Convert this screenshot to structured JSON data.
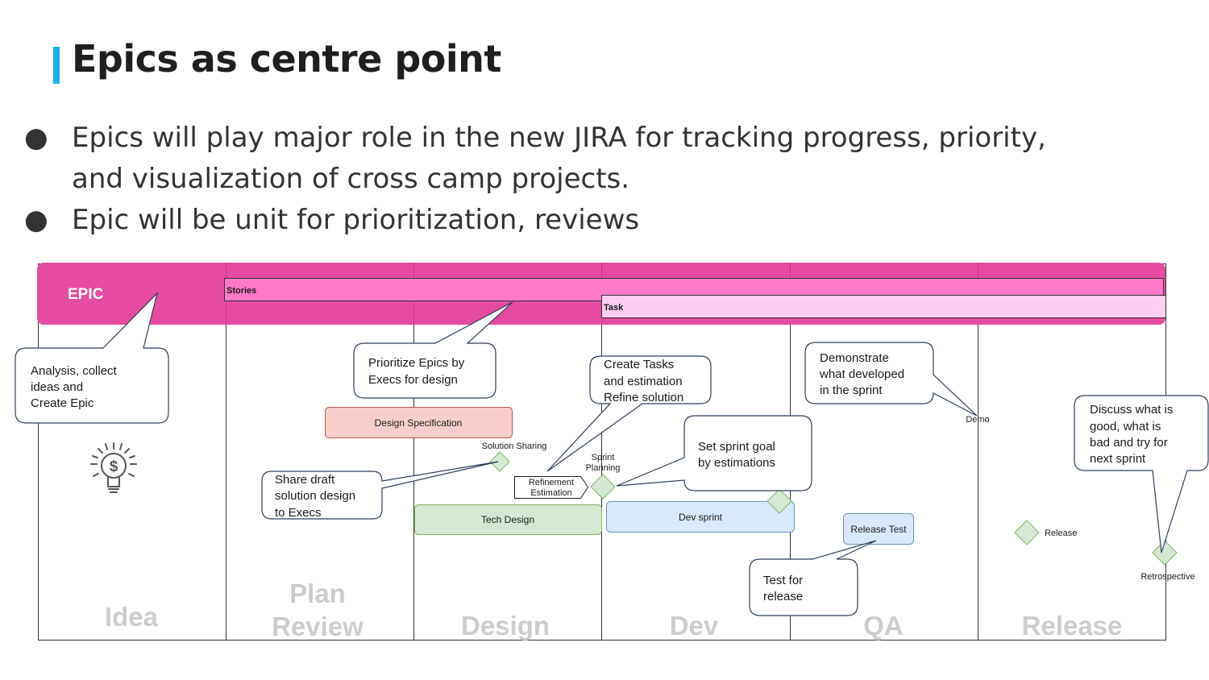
{
  "slide": {
    "title": "Epics as centre point",
    "bullets": [
      {
        "marker": "●",
        "text": "Epics will play major role in the new JIRA for tracking progress, priority,",
        "text_cont": "and visualization of cross camp projects."
      },
      {
        "marker": "●",
        "text": "Epic will be unit for prioritization, reviews"
      }
    ]
  },
  "diagram": {
    "colors": {
      "epic": "#e54c9f",
      "stories": "#ff79c6",
      "task": "#ffcdf0",
      "design_spec": "#f8cecc",
      "tech_design": "#d5e8d4",
      "dev_sprint": "#dae8fc",
      "release_test": "#dae8fc",
      "milestone": "#d5e8d4",
      "phase_label": "#cccccc"
    },
    "bars": {
      "epic": "EPIC",
      "stories": "Stories",
      "task": "Task"
    },
    "phases": [
      "Idea",
      "Plan",
      "Review",
      "Design",
      "Dev",
      "QA",
      "Release"
    ],
    "callouts": {
      "idea": [
        "Analysis, collect",
        "ideas and",
        "Create Epic"
      ],
      "prioritize": [
        "Prioritize Epics by",
        "Execs for design"
      ],
      "create_tasks": [
        "Create Tasks",
        "and estimation",
        "Refine solution"
      ],
      "demonstrate": [
        "Demonstrate",
        "what developed",
        "in the sprint"
      ],
      "discuss": [
        "Discuss what is",
        "good, what is",
        "bad and try for",
        "next sprint"
      ],
      "sprint_goal": [
        "Set sprint goal",
        "by estimations"
      ],
      "share_draft": [
        "Share draft",
        "solution design",
        "to Execs"
      ],
      "test_release": [
        "Test for",
        "release"
      ]
    },
    "tasks": {
      "design_spec": "Design Specification",
      "tech_design": "Tech Design",
      "dev_sprint": "Dev sprint",
      "release_test": "Release Test"
    },
    "milestones": {
      "solution_sharing": "Solution Sharing",
      "sprint_planning": [
        "Sprint",
        "Planning"
      ],
      "refinement": [
        "Refinement",
        "Estimation"
      ],
      "demo": "Demo",
      "release": "Release",
      "retrospective": "Retrospective"
    },
    "icons": {
      "idea": "lightbulb-dollar-icon"
    }
  }
}
